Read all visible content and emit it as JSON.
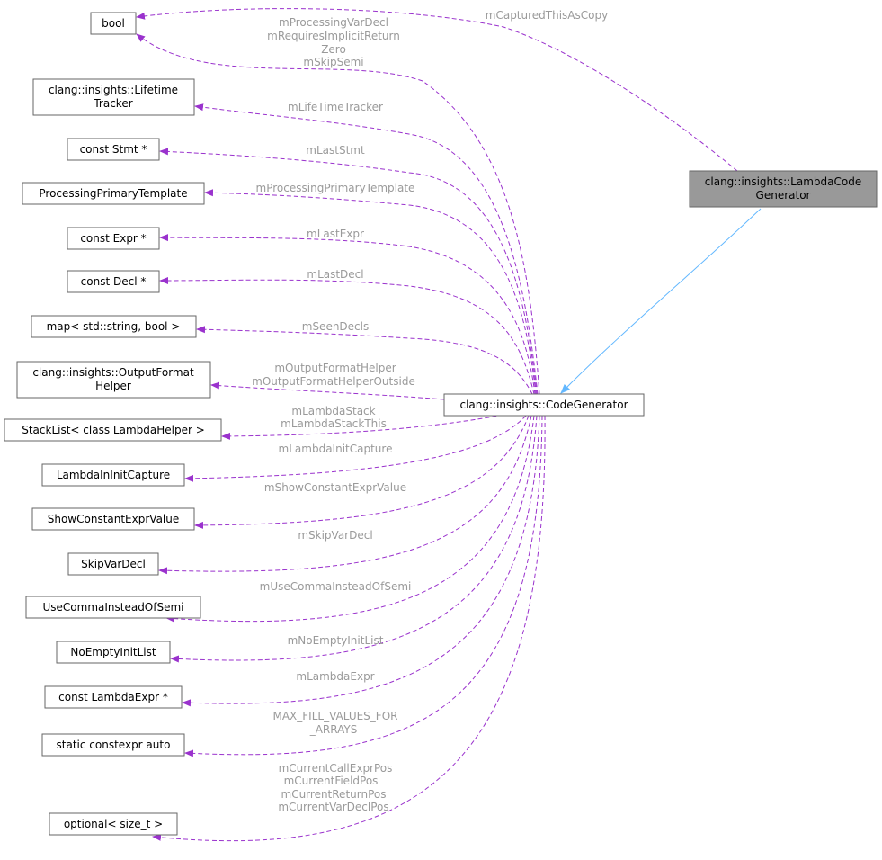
{
  "nodes": {
    "lambda_code_generator": [
      "clang::insights::LambdaCode",
      "Generator"
    ],
    "code_generator": [
      "clang::insights::CodeGenerator"
    ],
    "bool": [
      "bool"
    ],
    "lifetime_tracker": [
      "clang::insights::Lifetime",
      "Tracker"
    ],
    "const_stmt": [
      "const Stmt *"
    ],
    "processing_primary_template": [
      "ProcessingPrimaryTemplate"
    ],
    "const_expr": [
      "const Expr *"
    ],
    "const_decl": [
      "const Decl *"
    ],
    "map_string_bool": [
      "map< std::string, bool >"
    ],
    "output_format_helper": [
      "clang::insights::OutputFormat",
      "Helper"
    ],
    "stacklist_lambda_helper": [
      "StackList< class LambdaHelper >"
    ],
    "lambda_in_init_capture": [
      "LambdaInInitCapture"
    ],
    "show_constant_expr_value": [
      "ShowConstantExprValue"
    ],
    "skip_var_decl": [
      "SkipVarDecl"
    ],
    "use_comma_instead_of_semi": [
      "UseCommaInsteadOfSemi"
    ],
    "no_empty_init_list": [
      "NoEmptyInitList"
    ],
    "const_lambda_expr": [
      "const LambdaExpr *"
    ],
    "static_constexpr_auto": [
      "static constexpr auto"
    ],
    "optional_size_t": [
      "optional< size_t >"
    ]
  },
  "edge_labels": {
    "captured_this": [
      "mCapturedThisAsCopy"
    ],
    "bool_members": [
      "mProcessingVarDecl",
      "mRequiresImplicitReturn",
      "Zero",
      "mSkipSemi"
    ],
    "lifetime": [
      "mLifeTimeTracker"
    ],
    "last_stmt": [
      "mLastStmt"
    ],
    "processing_primary": [
      "mProcessingPrimaryTemplate"
    ],
    "last_expr": [
      "mLastExpr"
    ],
    "last_decl": [
      "mLastDecl"
    ],
    "seen_decls": [
      "mSeenDecls"
    ],
    "output_format": [
      "mOutputFormatHelper",
      "mOutputFormatHelperOutside"
    ],
    "lambda_stack": [
      "mLambdaStack",
      "mLambdaStackThis"
    ],
    "lambda_init_capture": [
      "mLambdaInitCapture"
    ],
    "show_constant": [
      "mShowConstantExprValue"
    ],
    "skip_var_decl": [
      "mSkipVarDecl"
    ],
    "use_comma": [
      "mUseCommaInsteadOfSemi"
    ],
    "no_empty_init": [
      "mNoEmptyInitList"
    ],
    "lambda_expr": [
      "mLambdaExpr"
    ],
    "max_fill": [
      "MAX_FILL_VALUES_FOR",
      "_ARRAYS"
    ],
    "current_pos": [
      "mCurrentCallExprPos",
      "mCurrentFieldPos",
      "mCurrentReturnPos",
      "mCurrentVarDeclPos"
    ]
  },
  "colors": {
    "member_edge": "#9a32cd",
    "inheritance_edge": "#63b8ff",
    "edge_label": "#9a9a9a",
    "main_node_fill": "#999999",
    "node_border": "#666666"
  }
}
